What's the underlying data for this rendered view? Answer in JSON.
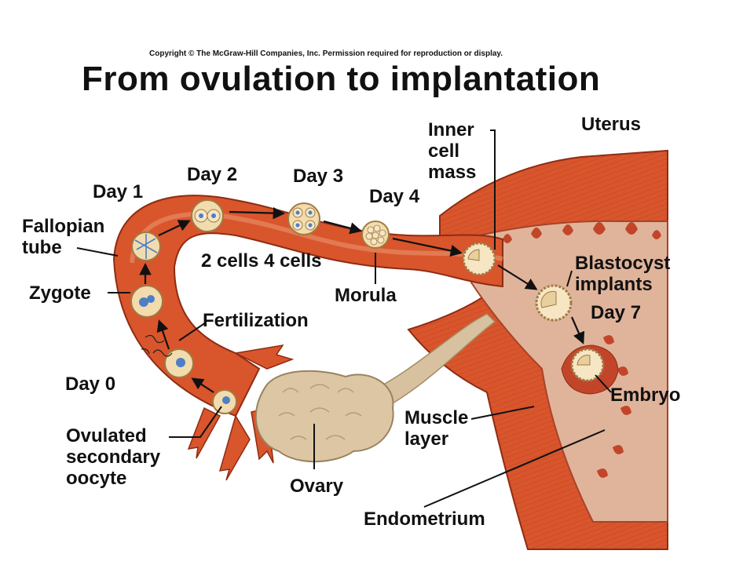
{
  "header": {
    "copyright": "Copyright © The McGraw-Hill Companies, Inc. Permission required for reproduction or display.",
    "title": "From ovulation to implantation"
  },
  "labels": {
    "day0": "Day 0",
    "day1": "Day 1",
    "day2": "Day 2",
    "day3": "Day 3",
    "day4": "Day 4",
    "day7": "Day 7",
    "fallopian_line1": "Fallopian",
    "fallopian_line2": "tube",
    "zygote": "Zygote",
    "fertilization": "Fertilization",
    "oocyte_line1": "Ovulated",
    "oocyte_line2": "secondary",
    "oocyte_line3": "oocyte",
    "cells": "2 cells 4 cells",
    "morula": "Morula",
    "icm_line1": "Inner",
    "icm_line2": "cell",
    "icm_line3": "mass",
    "uterus": "Uterus",
    "blastocyst_line1": "Blastocyst",
    "blastocyst_line2": "implants",
    "embryo": "Embryo",
    "muscle_line1": "Muscle",
    "muscle_line2": "layer",
    "ovary": "Ovary",
    "endometrium": "Endometrium"
  },
  "colors": {
    "tissue": "#d9552c",
    "tissue_dark": "#b33a1c",
    "uterus_inner": "#e0b49a",
    "ovary": "#ddc6a3",
    "cell": "#f2dcae",
    "nucleus": "#4d7fc7"
  }
}
